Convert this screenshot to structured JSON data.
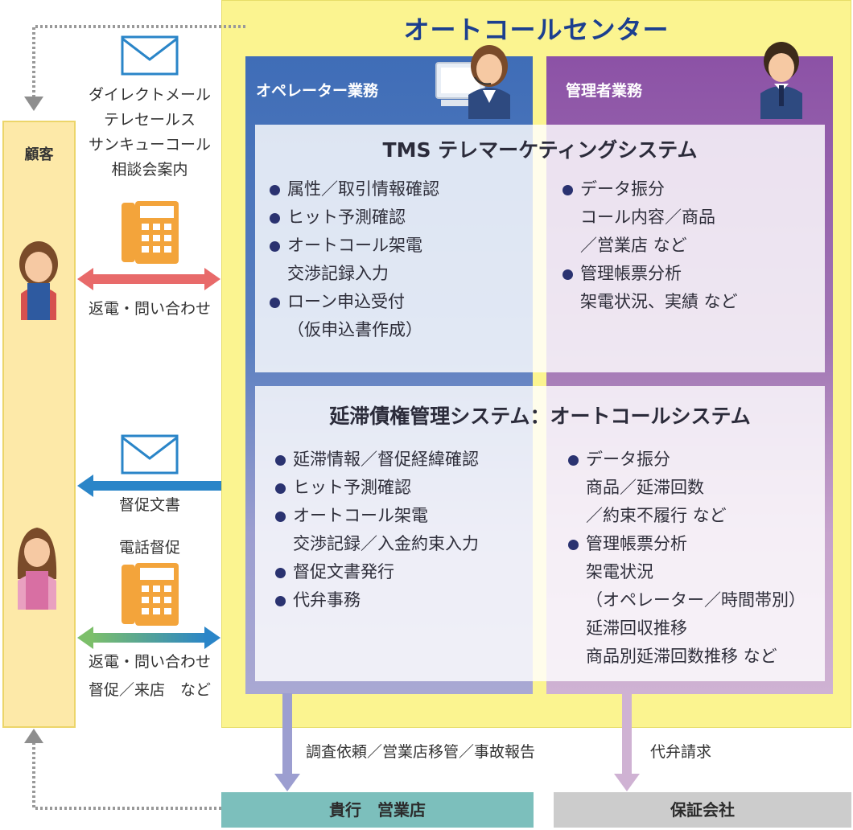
{
  "callcenter": {
    "title": "オートコールセンター"
  },
  "customer": {
    "title": "顧客"
  },
  "operator": {
    "header": "オペレーター業務"
  },
  "manager": {
    "header": "管理者業務"
  },
  "tms": {
    "title": "TMS テレマーケティングシステム",
    "operator_items": [
      {
        "text": "属性／取引情報確認",
        "bullet": true
      },
      {
        "text": "ヒット予測確認",
        "bullet": true
      },
      {
        "text": "オートコール架電",
        "bullet": true
      },
      {
        "text": "交渉記録入力",
        "bullet": false
      },
      {
        "text": "ローン申込受付",
        "bullet": true
      },
      {
        "text": "（仮申込書作成）",
        "bullet": false
      }
    ],
    "manager_items": [
      {
        "text": "データ振分",
        "bullet": true
      },
      {
        "text": "コール内容／商品",
        "bullet": false
      },
      {
        "text": "／営業店 など",
        "bullet": false
      },
      {
        "text": "管理帳票分析",
        "bullet": true
      },
      {
        "text": "架電状況、実績 など",
        "bullet": false
      }
    ]
  },
  "autocall": {
    "title": "延滞債権管理システム：オートコールシステム",
    "operator_items": [
      {
        "text": "延滞情報／督促経緯確認",
        "bullet": true
      },
      {
        "text": "ヒット予測確認",
        "bullet": true
      },
      {
        "text": "オートコール架電",
        "bullet": true
      },
      {
        "text": "交渉記録／入金約束入力",
        "bullet": false
      },
      {
        "text": "督促文書発行",
        "bullet": true
      },
      {
        "text": "代弁事務",
        "bullet": true
      }
    ],
    "manager_items": [
      {
        "text": "データ振分",
        "bullet": true
      },
      {
        "text": "商品／延滞回数",
        "bullet": false
      },
      {
        "text": "／約束不履行 など",
        "bullet": false
      },
      {
        "text": "管理帳票分析",
        "bullet": true
      },
      {
        "text": "架電状況",
        "bullet": false
      },
      {
        "text": "（オペレーター／時間帯別）",
        "bullet": false
      },
      {
        "text": "延滞回収推移",
        "bullet": false
      },
      {
        "text": "商品別延滞回数推移 など",
        "bullet": false
      }
    ]
  },
  "left": {
    "mail_lines": [
      "ダイレクトメール",
      "テレセールス",
      "サンキューコール",
      "相談会案内"
    ],
    "reply1": "返電・問い合わせ",
    "dunning_doc": "督促文書",
    "tel_dunning": "電話督促",
    "reply2": "返電・問い合わせ",
    "visit": "督促／来店　など"
  },
  "bottom": {
    "branch_request": "調査依頼／営業店移管／事故報告",
    "branch_label": "貴行　営業店",
    "guarantor_request": "代弁請求",
    "guarantor_label": "保証会社"
  },
  "colors": {
    "operator": "#3f6db7",
    "manager": "#8c52a6",
    "callcenter_bg": "#fbf490",
    "customer_bg": "#fde9a8",
    "title_blue": "#1c3f8f",
    "arrow_red": "#e86a6a",
    "arrow_blue": "#2a85c8",
    "arrow_green": "#7cbf6a"
  }
}
